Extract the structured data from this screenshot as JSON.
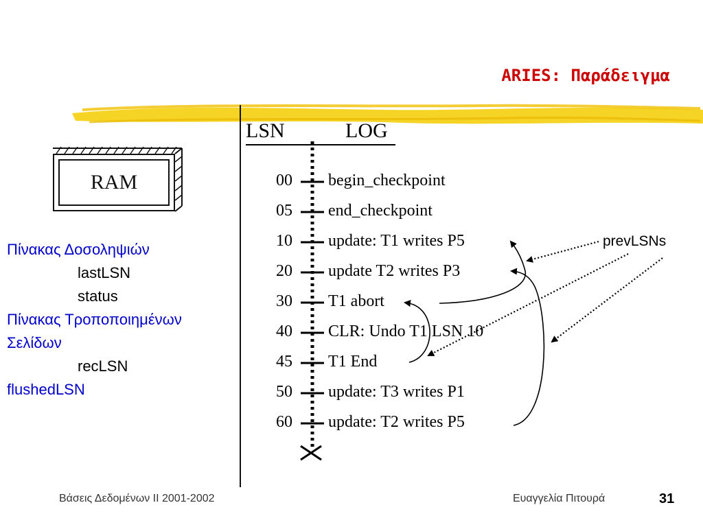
{
  "slide": {
    "title": "ARIES: Παράδειγμα",
    "page_number": "31",
    "footer_left": "Βάσεις Δεδομένων ΙΙ 2001-2002",
    "footer_right": "Ευαγγελία  Πιτουρά"
  },
  "ram": {
    "label": "RAM"
  },
  "left_panel": {
    "transaction_table": "Πίνακας Δοσοληψιών",
    "last_lsn": "lastLSN",
    "status": "status",
    "dirty_page_table_line1": "Πίνακας Τροποποιημένων",
    "dirty_page_table_line2": "Σελίδων",
    "rec_lsn": "recLSN",
    "flushed_lsn": "flushedLSN"
  },
  "log": {
    "header_lsn": "LSN",
    "header_log": "LOG",
    "records": [
      {
        "lsn": "00",
        "text": "begin_checkpoint"
      },
      {
        "lsn": "05",
        "text": " end_checkpoint"
      },
      {
        "lsn": "10",
        "text": "update: T1 writes P5"
      },
      {
        "lsn": "20",
        "text": "update T2 writes P3"
      },
      {
        "lsn": "30",
        "text": "T1 abort"
      },
      {
        "lsn": "40",
        "text": "CLR: Undo T1 LSN 10"
      },
      {
        "lsn": "45",
        "text": "T1 End"
      },
      {
        "lsn": "50",
        "text": "update: T3 writes P1"
      },
      {
        "lsn": "60",
        "text": "update: T2 writes P5"
      }
    ]
  },
  "annotation": {
    "label": "prevLSNs"
  }
}
